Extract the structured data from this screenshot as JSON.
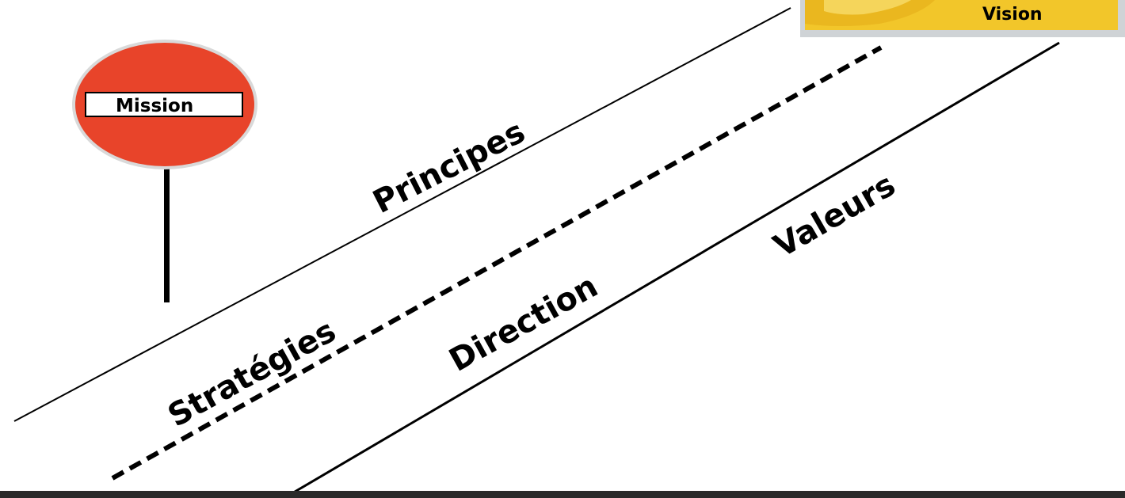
{
  "sign": {
    "label": "Mission",
    "color": "#e8442a",
    "band_color": "#ffffff",
    "icon": "no-entry-sign-icon"
  },
  "vision": {
    "label": "Vision",
    "color": "#f2c62a"
  },
  "roads": {
    "upper_label": "Principes",
    "lower_label": "Valeurs",
    "middle_left_label": "Stratégies",
    "middle_right_label": "Direction"
  },
  "colors": {
    "line": "#000000",
    "bottom_bar": "#2a2a2a"
  }
}
